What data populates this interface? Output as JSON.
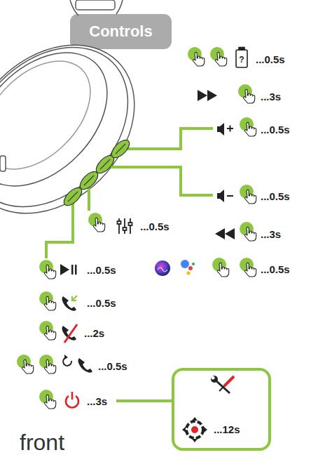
{
  "diagram": {
    "title": "Controls",
    "nodes": [
      {
        "text": [
          "...12s"
        ]
      }
    ],
    "labels": [
      "?",
      "...0.5s",
      "...3s",
      "...0.5s",
      "...0.5s",
      "...0.5s",
      "...3s",
      "...0.5s",
      "...0.5s",
      "...0.5s",
      "...2s",
      "...0.5s",
      "...3s",
      "front"
    ]
  }
}
